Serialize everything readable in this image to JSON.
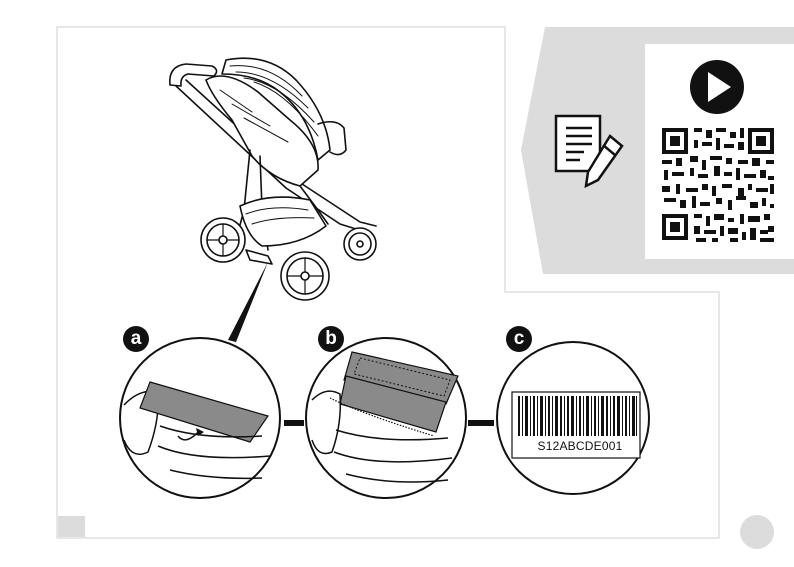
{
  "labels": {
    "a": "a",
    "b": "b",
    "c": "c"
  },
  "barcode": {
    "serial": "S12ABCDE001"
  },
  "icons": [
    "stroller-illustration",
    "manual-edit-icon",
    "play-icon",
    "qr-code"
  ],
  "colors": {
    "panel_gray": "#dcdcdc",
    "ink": "#111111",
    "label_gray": "#8a8a8a"
  }
}
